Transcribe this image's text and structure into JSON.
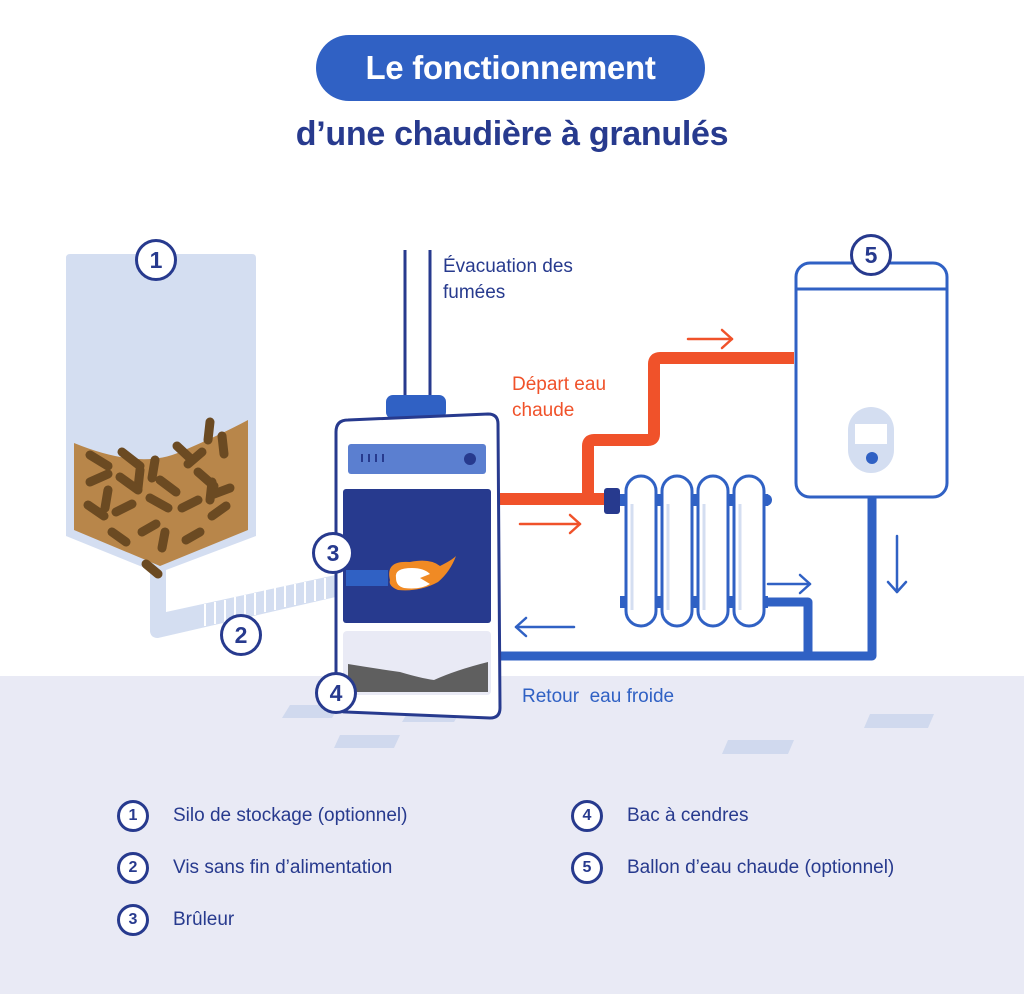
{
  "header": {
    "title": "Le fonctionnement",
    "subtitle": "d’une chaudière à granulés"
  },
  "diagram": {
    "labels": {
      "smoke_line1": "Évacuation des",
      "smoke_line2": "fumées",
      "hot_line1": "Départ eau",
      "hot_line2": "chaude",
      "cold": "Retour  eau froide"
    },
    "badges": [
      "1",
      "2",
      "3",
      "4",
      "5"
    ],
    "colors": {
      "navy": "#273a8e",
      "blue": "#3061c4",
      "hot_pipe": "#f0522a",
      "flame": "#f08a24",
      "silo": "#d4def1",
      "pellet_fill": "#b8864a",
      "pellet": "#6b4a22",
      "ash": "#5f5f5f",
      "floor": "#e9eaf5"
    }
  },
  "legend": {
    "left": [
      {
        "num": "1",
        "text": "Silo de stockage (optionnel)"
      },
      {
        "num": "2",
        "text": "Vis sans fin d’alimentation"
      },
      {
        "num": "3",
        "text": "Brûleur"
      }
    ],
    "right": [
      {
        "num": "4",
        "text": "Bac à cendres"
      },
      {
        "num": "5",
        "text": "Ballon d’eau chaude (optionnel)"
      }
    ]
  }
}
